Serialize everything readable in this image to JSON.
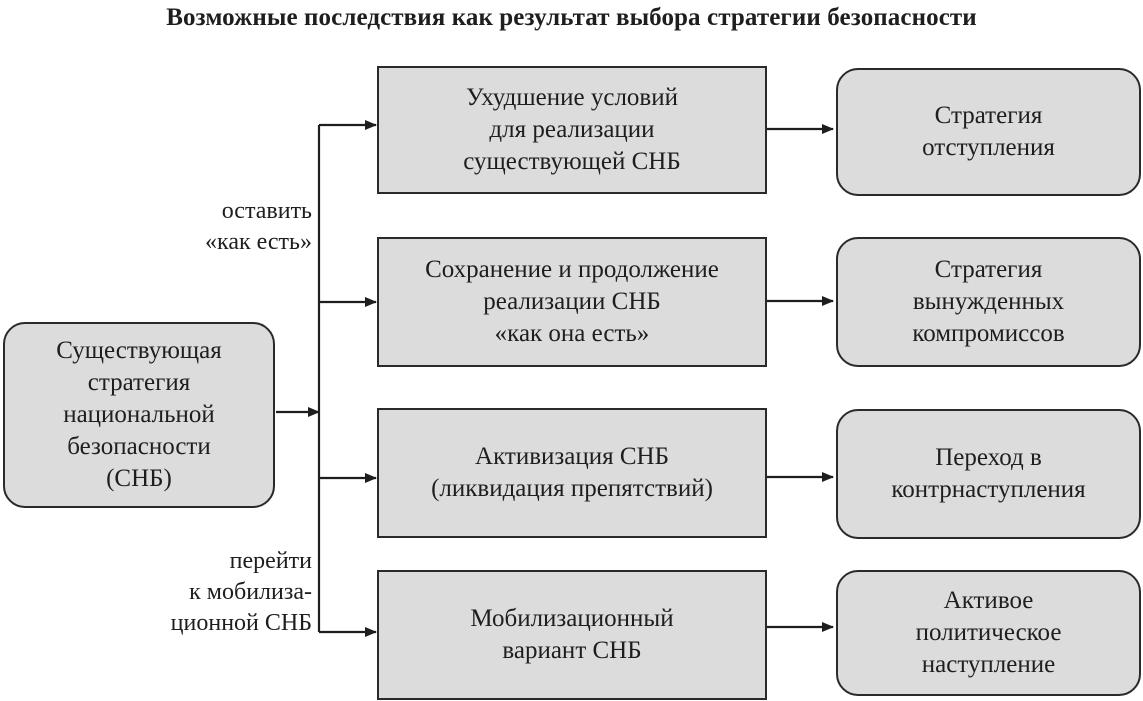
{
  "title": "Возможные последствия как результат выбора стратегии безопасности",
  "source": {
    "text": "Существующая\nстратегия\nнациональной\nбезопасности\n(СНБ)"
  },
  "branch_labels": {
    "keep": "оставить\n«как есть»",
    "mobilize": "перейти\nк мобилиза-\nционной СНБ"
  },
  "consequences": [
    "Ухудшение условий\nдля реализации\nсуществующей СНБ",
    "Сохранение и продолжение\nреализации СНБ\n«как она есть»",
    "Активизация СНБ\n(ликвидация препятствий)",
    "Мобилизационный\nвариант СНБ"
  ],
  "strategies": [
    "Стратегия\nотступления",
    "Стратегия\nвынужденных\nкомпромиссов",
    "Переход в\nконтрнаступления",
    "Активое\nполитическое\nнаступление"
  ]
}
